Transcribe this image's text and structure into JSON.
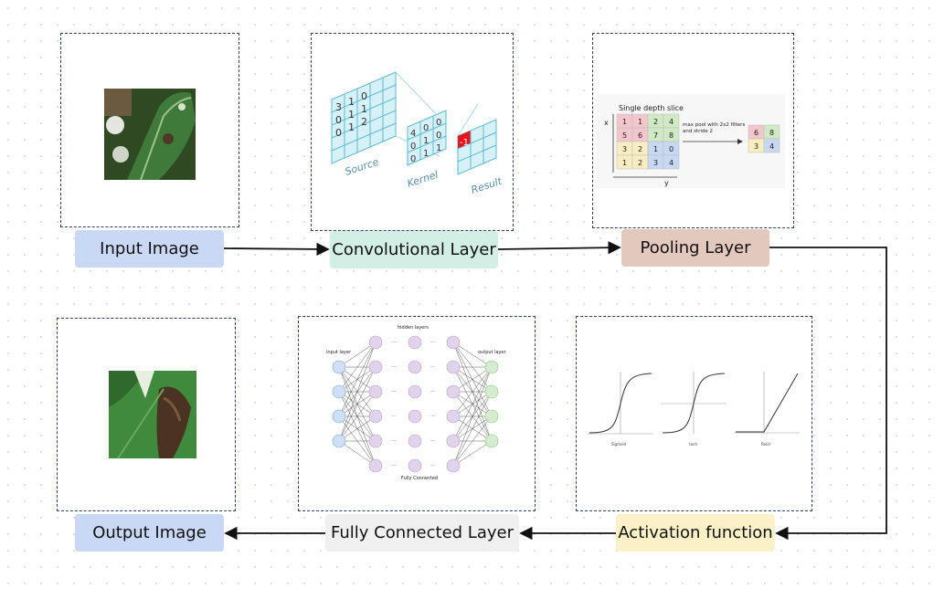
{
  "labels": {
    "input": "Input Image",
    "conv": "Convolutional Layer",
    "pool": "Pooling Layer",
    "activation": "Activation function",
    "fc": "Fully Connected Layer",
    "output": "Output Image"
  },
  "conv_panel": {
    "source_label": "Source",
    "kernel_label": "Kernel",
    "result_label": "Result",
    "source_values": [
      [
        "3",
        "1",
        "0"
      ],
      [
        "0",
        "1",
        "1"
      ],
      [
        "0",
        "1",
        "2"
      ]
    ],
    "kernel_values": [
      [
        "4",
        "0",
        "0"
      ],
      [
        "0",
        "1",
        "0"
      ],
      [
        "0",
        "1",
        "1"
      ]
    ],
    "result_value": "-1"
  },
  "pool_panel": {
    "title": "Single depth slice",
    "x_axis": "x",
    "y_axis": "y",
    "caption_line1": "max pool with 2x2 filters",
    "caption_line2": "and stride 2",
    "grid": [
      [
        "1",
        "1",
        "2",
        "4"
      ],
      [
        "5",
        "6",
        "7",
        "8"
      ],
      [
        "3",
        "2",
        "1",
        "0"
      ],
      [
        "1",
        "2",
        "3",
        "4"
      ]
    ],
    "result": [
      [
        "6",
        "8"
      ],
      [
        "3",
        "4"
      ]
    ]
  },
  "fc_panel": {
    "hidden_label": "hidden layers",
    "input_label": "input layer",
    "output_label": "output layer",
    "caption": "Fully Connected"
  },
  "activation_panel": {
    "labels": [
      "Sigmoid",
      "tanh",
      "ReLU"
    ]
  },
  "colors": {
    "input_label_bg": "#c9d9f5",
    "conv_label_bg": "#d2efe6",
    "pool_label_bg": "#e3c8bd",
    "activation_label_bg": "#fbf0c6",
    "fc_label_bg": "#f0f0f0",
    "output_label_bg": "#c9d9f5"
  }
}
